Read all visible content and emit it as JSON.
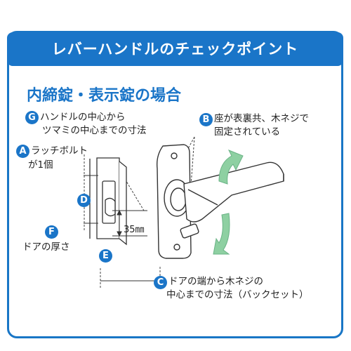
{
  "header": {
    "title": "レバーハンドルのチェックポイント"
  },
  "subtitle": "内締錠・表示錠の場合",
  "callouts": [
    {
      "badge": "G",
      "line1": "ハンドルの中心から",
      "line2": "ツマミの中心までの寸法"
    },
    {
      "badge": "B",
      "line1": "座が表裏共、木ネジで",
      "line2": "固定されている"
    },
    {
      "badge": "A",
      "line1": "ラッチボルト",
      "line2": "が1個"
    },
    {
      "badge": "D"
    },
    {
      "badge": "F",
      "line1": "ドアの厚さ"
    },
    {
      "badge": "E"
    },
    {
      "badge": "C",
      "line1": "ドアの端から木ネジの",
      "line2": "中心までの寸法（バックセット）"
    }
  ],
  "dimension": {
    "value": "35㎜"
  },
  "colors": {
    "accent": "#1a75c8",
    "arrow": "#7cc08f",
    "outline": "#333333"
  },
  "icons": [
    "rotate-up-arrow-icon",
    "rotate-down-arrow-icon"
  ]
}
